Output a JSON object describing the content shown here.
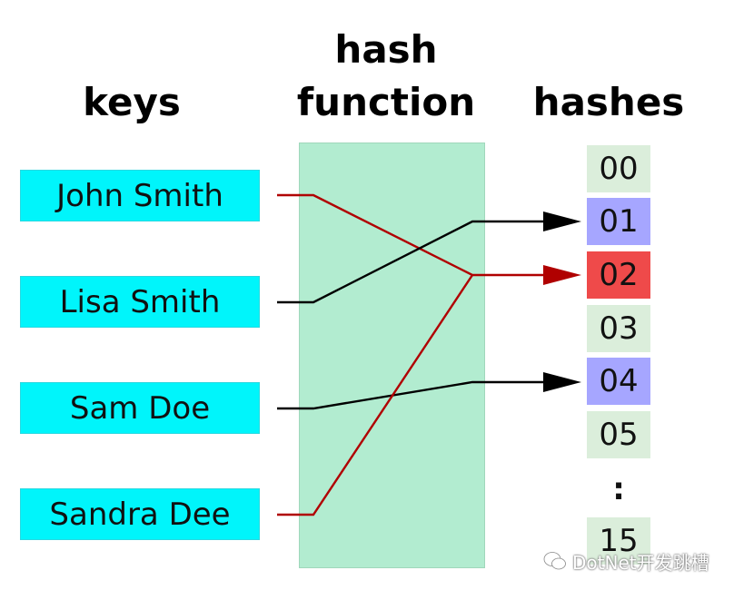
{
  "headings": {
    "keys": "keys",
    "hash_function_line1": "hash",
    "hash_function_line2": "function",
    "hashes": "hashes"
  },
  "keys": [
    {
      "label": "John Smith"
    },
    {
      "label": "Lisa Smith"
    },
    {
      "label": "Sam Doe"
    },
    {
      "label": "Sandra Dee"
    }
  ],
  "buckets": [
    {
      "label": "00",
      "status": "empty",
      "color": "#dbeedb"
    },
    {
      "label": "01",
      "status": "occupied",
      "color": "#a6a6ff"
    },
    {
      "label": "02",
      "status": "collision",
      "color": "#ef4a4a"
    },
    {
      "label": "03",
      "status": "empty",
      "color": "#dbeedb"
    },
    {
      "label": "04",
      "status": "occupied",
      "color": "#a6a6ff"
    },
    {
      "label": "05",
      "status": "empty",
      "color": "#dbeedb"
    },
    {
      "label": "15",
      "status": "empty",
      "color": "#dbeedb"
    }
  ],
  "ellipsis": ":",
  "mappings": [
    {
      "key": "John Smith",
      "bucket": "02",
      "color": "#b00000"
    },
    {
      "key": "Lisa Smith",
      "bucket": "01",
      "color": "#000000"
    },
    {
      "key": "Sam Doe",
      "bucket": "04",
      "color": "#000000"
    },
    {
      "key": "Sandra Dee",
      "bucket": "02",
      "color": "#b00000"
    }
  ],
  "colors": {
    "key_box": "#00f5fb",
    "hash_function_box": "#b2ecd0",
    "collision_line": "#b00000",
    "normal_line": "#000000"
  },
  "watermark": {
    "text": "DotNet开发跳槽",
    "icon": "wechat-icon"
  }
}
